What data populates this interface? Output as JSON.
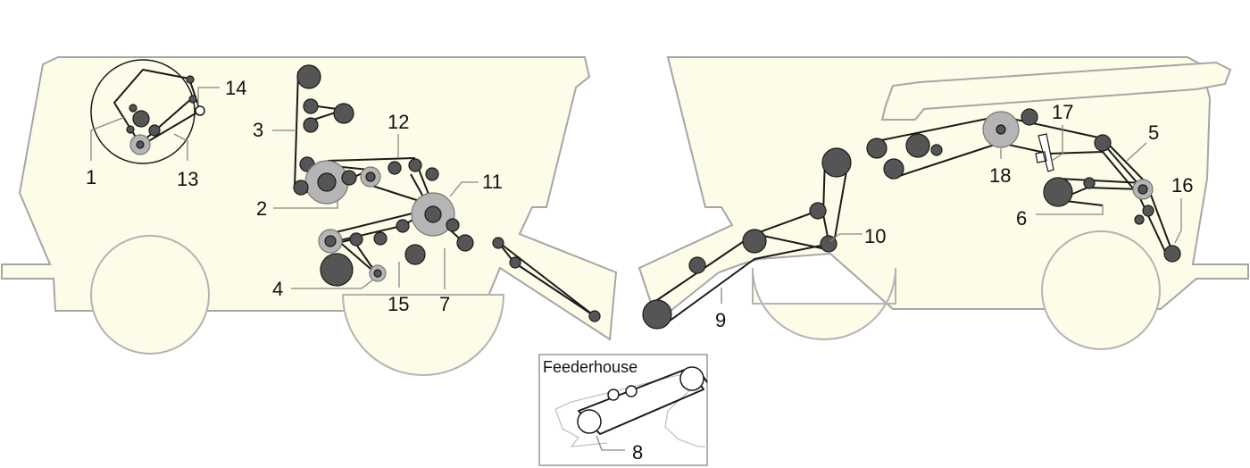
{
  "labels": {
    "l1": "1",
    "l2": "2",
    "l3": "3",
    "l4": "4",
    "l5": "5",
    "l6": "6",
    "l7": "7",
    "l8": "8",
    "l9": "9",
    "l10": "10",
    "l11": "11",
    "l12": "12",
    "l13": "13",
    "l14": "14",
    "l15": "15",
    "l16": "16",
    "l17": "17",
    "l18": "18"
  },
  "inset": {
    "title": "Feederhouse"
  },
  "colors": {
    "body_fill": "#fcfce8",
    "body_outline": "#a6a6a6",
    "belt": "#1a1a1a",
    "pulley_dark": "#555555",
    "pulley_light": "#b5b5b5"
  }
}
